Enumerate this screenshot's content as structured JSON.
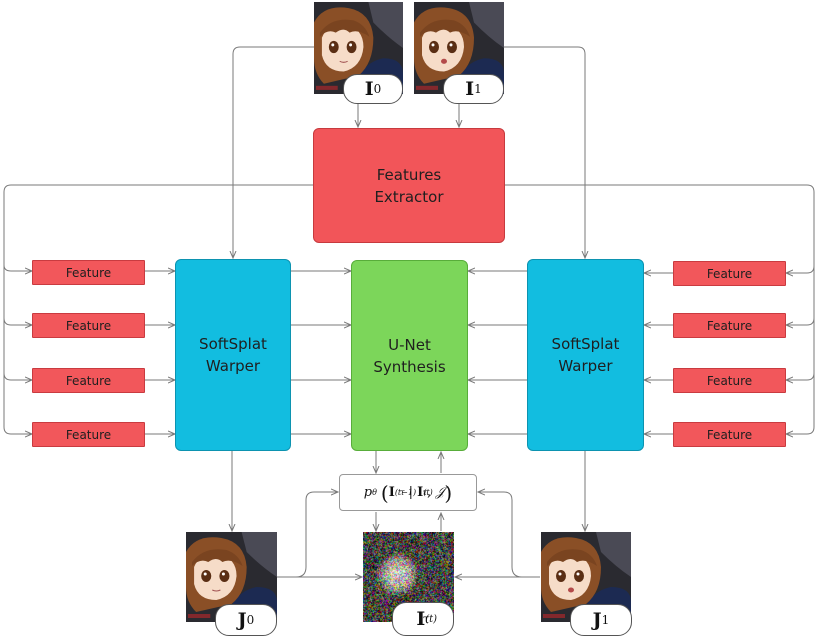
{
  "colors": {
    "extractor": "#f25559",
    "feature": "#f2575b",
    "warper": "#12bde0",
    "unet": "#7cd65a",
    "arrow": "#7a7a7a"
  },
  "extractor": {
    "line1": "Features",
    "line2": "Extractor"
  },
  "feature_label": "Feature",
  "left_features": [
    "Feature",
    "Feature",
    "Feature",
    "Feature"
  ],
  "right_features": [
    "Feature",
    "Feature",
    "Feature",
    "Feature"
  ],
  "warper_left": {
    "line1": "SoftSplat",
    "line2": "Warper"
  },
  "warper_right": {
    "line1": "SoftSplat",
    "line2": "Warper"
  },
  "unet": {
    "line1": "U-Net",
    "line2": "Synthesis"
  },
  "formula": {
    "p": "p",
    "theta": "θ",
    "I": "I",
    "tau": "τ",
    "t_minus": "(t−1)",
    "t": "(t)",
    "bar": "|",
    "J": "𝒥"
  },
  "frames": {
    "i0": {
      "base": "I",
      "sub": "0"
    },
    "i1": {
      "base": "I",
      "sub": "1"
    },
    "j0": {
      "base": "J",
      "sub": "0"
    },
    "j1": {
      "base": "J",
      "sub": "1"
    },
    "it": {
      "base": "I",
      "sub": "τ",
      "sup": "(t)"
    }
  }
}
